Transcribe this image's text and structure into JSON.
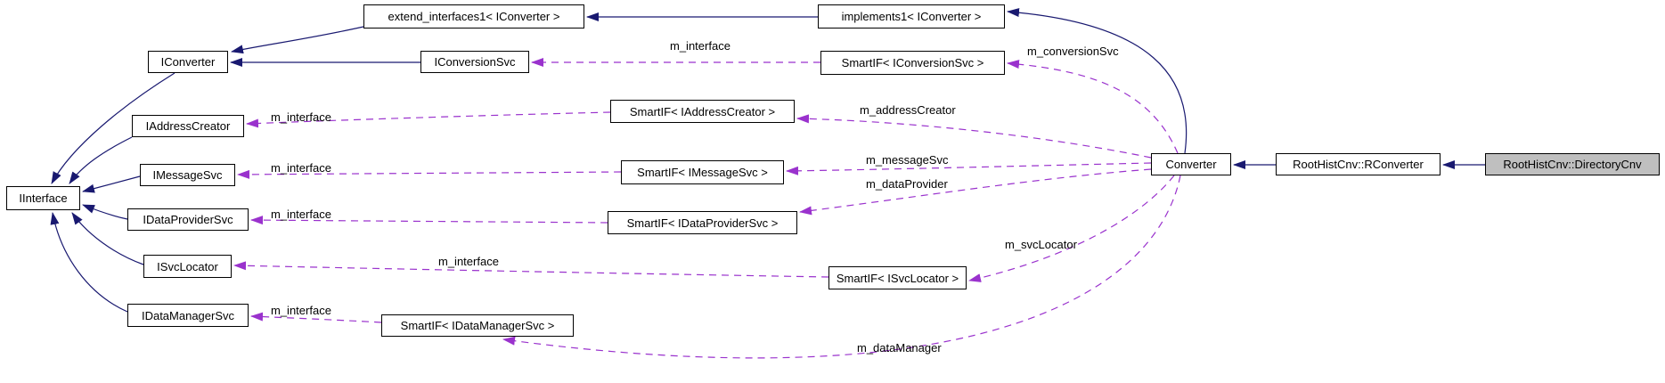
{
  "diagram": {
    "type": "collaboration-graph",
    "selected_class": "RootHistCnv::DirectoryCnv",
    "colors": {
      "inheritance_edge": "#191970",
      "usage_edge": "#9a32cd",
      "node_border": "#000000",
      "node_fill": "#ffffff",
      "selected_node_fill": "#bfbfbf",
      "label_text": "#000000"
    },
    "nodes": [
      {
        "label": "extend_interfaces1< IConverter >",
        "selected": false
      },
      {
        "label": "implements1< IConverter >",
        "selected": false
      },
      {
        "label": "IConverter",
        "selected": false
      },
      {
        "label": "IConversionSvc",
        "selected": false
      },
      {
        "label": "SmartIF< IConversionSvc >",
        "selected": false
      },
      {
        "label": "IAddressCreator",
        "selected": false
      },
      {
        "label": "SmartIF< IAddressCreator >",
        "selected": false
      },
      {
        "label": "IInterface",
        "selected": false
      },
      {
        "label": "IMessageSvc",
        "selected": false
      },
      {
        "label": "SmartIF< IMessageSvc >",
        "selected": false
      },
      {
        "label": "IDataProviderSvc",
        "selected": false
      },
      {
        "label": "SmartIF< IDataProviderSvc >",
        "selected": false
      },
      {
        "label": "ISvcLocator",
        "selected": false
      },
      {
        "label": "SmartIF< ISvcLocator >",
        "selected": false
      },
      {
        "label": "IDataManagerSvc",
        "selected": false
      },
      {
        "label": "SmartIF< IDataManagerSvc >",
        "selected": false
      },
      {
        "label": "Converter",
        "selected": false
      },
      {
        "label": "RootHistCnv::RConverter",
        "selected": false
      },
      {
        "label": "RootHistCnv::DirectoryCnv",
        "selected": true
      }
    ],
    "edge_labels": [
      {
        "text": "m_interface"
      },
      {
        "text": "m_conversionSvc"
      },
      {
        "text": "m_interface"
      },
      {
        "text": "m_addressCreator"
      },
      {
        "text": "m_interface"
      },
      {
        "text": "m_messageSvc"
      },
      {
        "text": "m_dataProvider"
      },
      {
        "text": "m_interface"
      },
      {
        "text": "m_interface"
      },
      {
        "text": "m_svcLocator"
      },
      {
        "text": "m_interface"
      },
      {
        "text": "m_dataManager"
      }
    ]
  }
}
